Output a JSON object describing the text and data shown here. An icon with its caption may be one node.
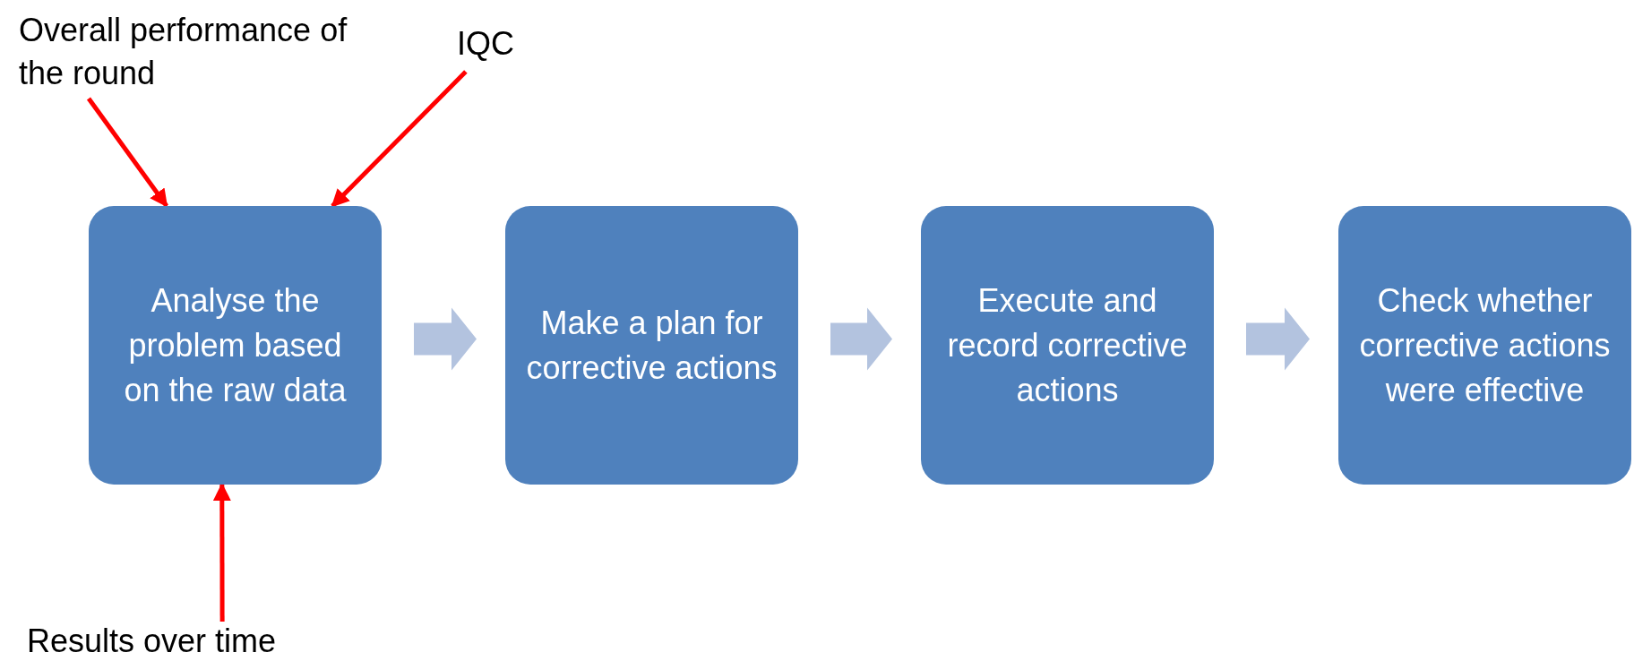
{
  "diagram": {
    "nodes": [
      {
        "text": [
          "Overall performance of the round"
        ]
      },
      {
        "text": [
          "IQC"
        ]
      },
      {
        "text": [
          "Analyse the problem based on the raw data"
        ]
      },
      {
        "text": [
          "Make a plan for corrective actions"
        ]
      },
      {
        "text": [
          "Execute and record corrective actions"
        ]
      },
      {
        "text": [
          "Check whether corrective actions were effective"
        ]
      },
      {
        "text": [
          "Results over time"
        ]
      }
    ],
    "edges": [
      {
        "from": 0,
        "to": 2,
        "arrow": "to",
        "color": "#ff0000"
      },
      {
        "from": 1,
        "to": 2,
        "arrow": "to",
        "color": "#ff0000"
      },
      {
        "from": 6,
        "to": 2,
        "arrow": "to",
        "color": "#ff0000"
      },
      {
        "from": 2,
        "to": 3,
        "arrow": "to",
        "style": "thick",
        "color": "#b3c3df"
      },
      {
        "from": 3,
        "to": 4,
        "arrow": "to",
        "style": "thick",
        "color": "#b3c3df"
      },
      {
        "from": 4,
        "to": 5,
        "arrow": "to",
        "style": "thick",
        "color": "#b3c3df"
      }
    ]
  }
}
